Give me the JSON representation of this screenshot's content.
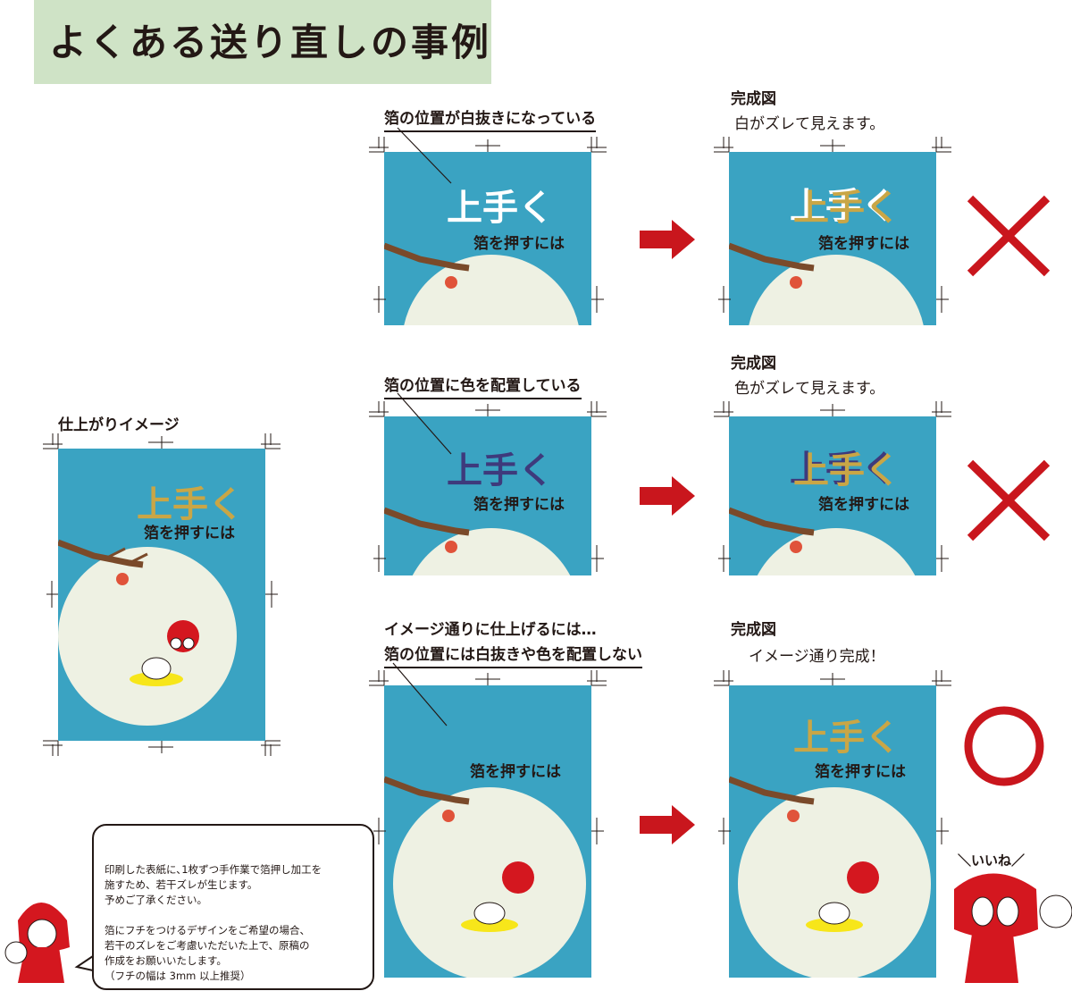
{
  "title": "よくある送り直しの事例",
  "final_image": {
    "label": "仕上がりイメージ"
  },
  "cases": [
    {
      "caption": "箔の位置が白抜きになっている",
      "result_heading": "完成図",
      "result_note": "白がズレて見えます。",
      "verdict": "×"
    },
    {
      "caption": "箔の位置に色を配置している",
      "result_heading": "完成図",
      "result_note": "色がズレて見えます。",
      "verdict": "×"
    },
    {
      "caption_line1": "イメージ通りに仕上げるには…",
      "caption": "箔の位置には白抜きや色を配置しない",
      "result_heading": "完成図",
      "result_note": "イメージ通り完成！",
      "verdict": "○"
    }
  ],
  "panel_text": {
    "heading": "上手く",
    "subheading": "箔を押すには"
  },
  "note": {
    "lines": [
      "印刷した表紙に､1枚ずつ手作業で箔押し加工を",
      "施すため、若干ズレが生じます。",
      "予めご了承ください。",
      "",
      "箔にフチをつけるデザインをご希望の場合、",
      "若干のズレをご考慮いただいた上で、原稿の",
      "作成をお願いいたします。",
      "（フチの幅は 3mm 以上推奨）"
    ]
  },
  "mascot_speech": "＼いいね／",
  "colors": {
    "panel": "#3aa3c2",
    "wrong": "#c9161d",
    "arrow": "#c9161d",
    "gold": "#c9a646",
    "purple": "#3e3a7c",
    "title_bg": "#cfe3c6"
  }
}
